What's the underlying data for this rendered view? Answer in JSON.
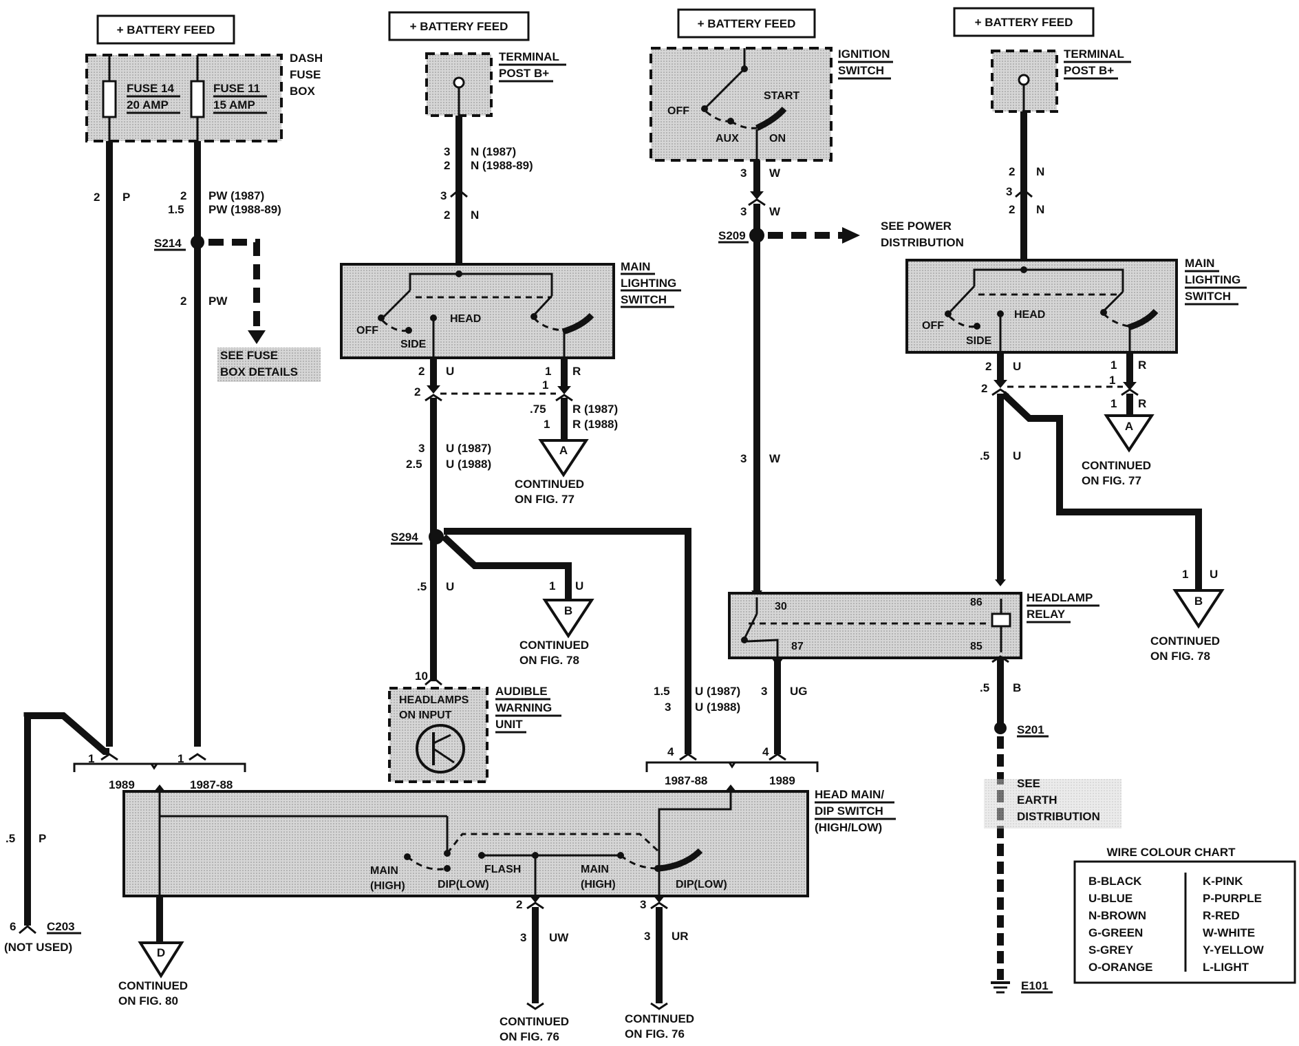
{
  "colors": {
    "ink": "#111111",
    "shade": "#d9d9d9"
  },
  "feed1": "+ BATTERY FEED",
  "feed2": "+ BATTERY FEED",
  "feed3": "+ BATTERY FEED",
  "feed4": "+ BATTERY FEED",
  "fusebox": {
    "l1": "DASH",
    "l2": "FUSE",
    "l3": "BOX",
    "f14a": "FUSE 14",
    "f14b": "20 AMP",
    "f11a": "FUSE 11",
    "f11b": "15 AMP"
  },
  "w_p_n": "2",
  "w_p_c": "P",
  "w_pw1_n": "2",
  "w_pw1_c": "PW (1987)",
  "w_pw2_n": "1.5",
  "w_pw2_c": "PW (1988-89)",
  "s214": "S214",
  "w_pw3_n": "2",
  "w_pw3_c": "PW",
  "fuse_details_1": "SEE FUSE",
  "fuse_details_2": "BOX DETAILS",
  "term1_1": "TERMINAL",
  "term1_2": "POST B+",
  "w_n1_n": "3",
  "w_n1_c": "N (1987)",
  "w_n2_n": "2",
  "w_n2_c": "N (1988-89)",
  "c_n3": "3",
  "w_n4_n": "2",
  "w_n4_c": "N",
  "mls1_1": "MAIN",
  "mls1_2": "LIGHTING",
  "mls1_3": "SWITCH",
  "mls1_off": "OFF",
  "mls1_side": "SIDE",
  "mls1_head": "HEAD",
  "w_u1_n": "2",
  "w_u1_c": "U",
  "w_r1_n": "1",
  "w_r1_c": "R",
  "c_u2": "2",
  "c_r2": "1",
  "w_r3_n": ".75",
  "w_r3_c": "R (1987)",
  "w_r4_n": "1",
  "w_r4_c": "R (1988)",
  "conA1_1": "CONTINUED",
  "conA1_2": "ON FIG. 77",
  "w_u3_n": "3",
  "w_u3_c": "U (1987)",
  "w_u4_n": "2.5",
  "w_u4_c": "U (1988)",
  "s294": "S294",
  "w_u5_n": ".5",
  "w_u5_c": "U",
  "w_ub_n": "1",
  "w_ub_c": "U",
  "conB1_1": "CONTINUED",
  "conB1_2": "ON FIG. 78",
  "c_10": "10",
  "awu_in1": "HEADLAMPS",
  "awu_in2": "ON INPUT",
  "awu_1": "AUDIBLE",
  "awu_2": "WARNING",
  "awu_3": "UNIT",
  "w_u6_n": "1.5",
  "w_u6_c": "U (1987)",
  "w_u7_n": "3",
  "w_u7_c": "U (1988)",
  "w_ug_n": "3",
  "w_ug_c": "UG",
  "ign_1": "IGNITION",
  "ign_2": "SWITCH",
  "ign_off": "OFF",
  "ign_start": "START",
  "ign_aux": "AUX",
  "ign_on": "ON",
  "w_w1_n": "3",
  "w_w1_c": "W",
  "w_w2_n": "3",
  "w_w2_c": "W",
  "s209": "S209",
  "power_1": "SEE POWER",
  "power_2": "DISTRIBUTION",
  "w_w3_n": "3",
  "w_w3_c": "W",
  "relay_1": "HEADLAMP",
  "relay_2": "RELAY",
  "relay_30": "30",
  "relay_86": "86",
  "relay_87": "87",
  "relay_85": "85",
  "term2_1": "TERMINAL",
  "term2_2": "POST B+",
  "w_n5_n": "2",
  "w_n5_c": "N",
  "c_n6": "3",
  "w_n7_n": "2",
  "w_n7_c": "N",
  "mls2_1": "MAIN",
  "mls2_2": "LIGHTING",
  "mls2_3": "SWITCH",
  "mls2_off": "OFF",
  "mls2_side": "SIDE",
  "mls2_head": "HEAD",
  "w_u8_n": "2",
  "w_u8_c": "U",
  "w_r5_n": "1",
  "w_r5_c": "R",
  "c_u9": "2",
  "c_r6": "1",
  "w_r7_n": "1",
  "w_r7_c": "R",
  "conA2_1": "CONTINUED",
  "conA2_2": "ON FIG. 77",
  "w_u10_n": ".5",
  "w_u10_c": "U",
  "w_u11_n": "1",
  "w_u11_c": "U",
  "conB2_1": "CONTINUED",
  "conB2_2": "ON FIG. 78",
  "w_b1_n": ".5",
  "w_b1_c": "B",
  "s201": "S201",
  "earth_1": "SEE",
  "earth_2": "EARTH",
  "earth_3": "DISTRIBUTION",
  "e101": "E101",
  "conn_l1": "1",
  "conn_l2": "1",
  "yr_1989a": "1989",
  "yr_198788a": "1987-88",
  "conn_r1": "4",
  "conn_r2": "4",
  "yr_198788b": "1987-88",
  "yr_1989b": "1989",
  "hd_1": "HEAD MAIN/",
  "hd_2": "DIP SWITCH",
  "hd_3": "(HIGH/LOW)",
  "hd_main1a": "MAIN",
  "hd_main1b": "(HIGH)",
  "hd_dip1": "DIP(LOW)",
  "hd_flash": "FLASH",
  "hd_main2a": "MAIN",
  "hd_main2b": "(HIGH)",
  "hd_dip2": "DIP(LOW)",
  "w_p2_n": ".5",
  "w_p2_c": "P",
  "c203_n": "6",
  "c203": "C203",
  "not_used": "(NOT USED)",
  "conD_1": "CONTINUED",
  "conD_2": "ON FIG. 80",
  "c_uw": "2",
  "w_uw_n": "3",
  "w_uw_c": "UW",
  "c_ur": "3",
  "w_ur_n": "3",
  "w_ur_c": "UR",
  "conUW_1": "CONTINUED",
  "conUW_2": "ON FIG. 76",
  "conUR_1": "CONTINUED",
  "conUR_2": "ON FIG. 76",
  "tri_A1": "A",
  "tri_B1": "B",
  "tri_A2": "A",
  "tri_B2": "B",
  "tri_D": "D",
  "wcc": {
    "title": "WIRE COLOUR CHART",
    "left": [
      "B-BLACK",
      "U-BLUE",
      "N-BROWN",
      "G-GREEN",
      "S-GREY",
      "O-ORANGE"
    ],
    "right": [
      "K-PINK",
      "P-PURPLE",
      "R-RED",
      "W-WHITE",
      "Y-YELLOW",
      "L-LIGHT"
    ]
  }
}
